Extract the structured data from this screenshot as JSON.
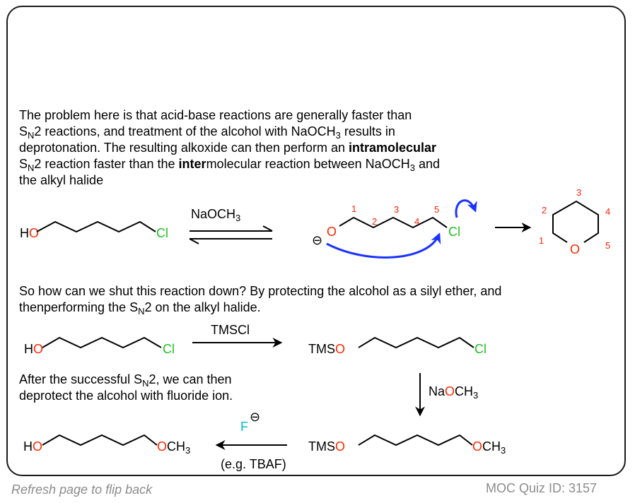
{
  "colors": {
    "oxygen": "#ff2600",
    "chlorine": "#21c121",
    "fluoride": "#00bcd4",
    "arrow_blue": "#1a33ff",
    "number_red": "#ff2600",
    "footer_gray": "#8c8c8c"
  },
  "para1": {
    "l1": "The problem here is that acid-base reactions are generally faster than",
    "l2_s": "S",
    "l2_sub": "N",
    "l2_rest": "2 reactions, and treatment of the alcohol with NaOCH",
    "l2_sub2": "3",
    "l2_end": " results in",
    "l3_a": "deprotonation. The resulting alkoxide can then perform an ",
    "l3_b": "intramolecular",
    "l4_s": "S",
    "l4_sub": "N",
    "l4_a": "2 reaction faster than the ",
    "l4_b": "inter",
    "l4_c": "molecular reaction between NaOCH",
    "l4_sub2": "3",
    "l4_d": " and",
    "l5": "the alkyl halide"
  },
  "rxn1": {
    "ho": "HO",
    "h": "H",
    "o": "O",
    "cl": "Cl",
    "reagent": "NaOCH",
    "reagent_sub": "3",
    "minus": "⊖",
    "numbers": [
      "1",
      "2",
      "3",
      "4",
      "5"
    ],
    "ring_numbers": [
      "1",
      "2",
      "3",
      "4",
      "5"
    ],
    "ring_o": "O"
  },
  "para2": {
    "l1": "So how can we shut this reaction down? By protecting the alcohol as a silyl ether, and",
    "l2_a": "thenperforming the S",
    "l2_sub": "N",
    "l2_b": "2 on the alkyl halide."
  },
  "rxn2": {
    "ho_h": "H",
    "ho_o": "O",
    "cl": "Cl",
    "reagent": "TMSCl",
    "product_tms": "TMS",
    "product_o": "O",
    "product_cl": "Cl"
  },
  "para3": {
    "l1_a": "After the successful S",
    "l1_sub": "N",
    "l1_b": "2, we can then",
    "l2": "deprotect the alcohol with fluoride ion."
  },
  "rxn3": {
    "reagent_na": "Na",
    "reagent_o": "O",
    "reagent_ch": "CH",
    "reagent_sub": "3"
  },
  "rxn4": {
    "tms": "TMS",
    "o": "O",
    "och_o": "O",
    "och_ch": "CH",
    "och_sub": "3",
    "f": "F",
    "f_minus": "⊖",
    "eg": "(e.g. TBAF)",
    "prod_h": "H",
    "prod_o": "O",
    "prod_och_o": "O",
    "prod_och_ch": "CH",
    "prod_och_sub": "3"
  },
  "footer": {
    "left": "Refresh page to flip back",
    "right": "MOC Quiz ID: 3157"
  }
}
